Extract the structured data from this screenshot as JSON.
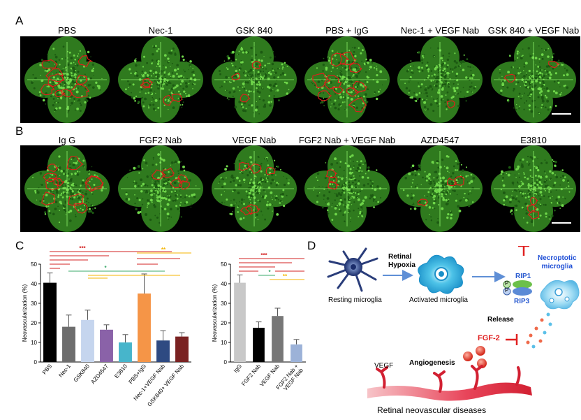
{
  "panels": {
    "A": {
      "letter": "A",
      "labels": [
        "PBS",
        "Nec-1",
        "GSK 840",
        "PBS + IgG",
        "Nec-1 + VEGF Nab",
        "GSK 840 + VEGF Nab"
      ],
      "lesion_level": [
        0.9,
        0.35,
        0.3,
        0.95,
        0.05,
        0.2
      ]
    },
    "B": {
      "letter": "B",
      "labels": [
        "Ig G",
        "FGF2 Nab",
        "VEGF Nab",
        "FGF2 Nab + VEGF Nab",
        "AZD4547",
        "E3810"
      ],
      "lesion_level": [
        0.95,
        0.45,
        0.5,
        0.3,
        0.3,
        0.25
      ]
    },
    "C": {
      "letter": "C"
    },
    "D": {
      "letter": "D",
      "retinal_hypoxia": "Retinal\nHypoxia",
      "resting": "Resting microglia",
      "activated": "Activated microglia",
      "rip1": "RIP1",
      "rip3": "RIP3",
      "p": "P",
      "necroptotic": "Necroptotic\nmicroglia",
      "release": "Release",
      "fgf2": "FGF-2",
      "vegf": "VEGF",
      "angiogenesis": "Angiogenesis",
      "disease": "Retinal neovascular diseases"
    }
  },
  "chart_data": [
    {
      "type": "bar",
      "ylabel": "Neovascularization (%)",
      "ylim": [
        0,
        50
      ],
      "yticks": [
        0,
        10,
        20,
        30,
        40,
        50
      ],
      "categories": [
        "PBS",
        "Nec-1",
        "GSK840",
        "AZD4547",
        "E3810",
        "PBS+IgG",
        "Nec-1+VEGF Nab",
        "GSK840+ VEGF Nab"
      ],
      "values": [
        40.5,
        18,
        21.5,
        16.5,
        10,
        35,
        11,
        13
      ],
      "errors": [
        5,
        6,
        5,
        2.5,
        4,
        10,
        5,
        2
      ],
      "colors": [
        "#000000",
        "#6d6d6d",
        "#c5d5ee",
        "#8a62a8",
        "#47b5cb",
        "#f59547",
        "#2e4a82",
        "#7a2222"
      ],
      "significance": [
        "***",
        "*",
        "**"
      ]
    },
    {
      "type": "bar",
      "ylabel": "Neovascularization (%)",
      "ylim": [
        0,
        50
      ],
      "yticks": [
        0,
        10,
        20,
        30,
        40,
        50
      ],
      "categories": [
        "IgG",
        "FGF2 Nab",
        "VEGF Nab",
        "FGF2 Nab +\nVEGF Nab"
      ],
      "values": [
        40.5,
        17.5,
        23.5,
        9
      ],
      "errors": [
        4,
        3,
        4,
        2.5
      ],
      "colors": [
        "#c8c8c8",
        "#000000",
        "#777777",
        "#9cb2d8"
      ],
      "significance": [
        "***",
        "*",
        "**"
      ]
    }
  ]
}
